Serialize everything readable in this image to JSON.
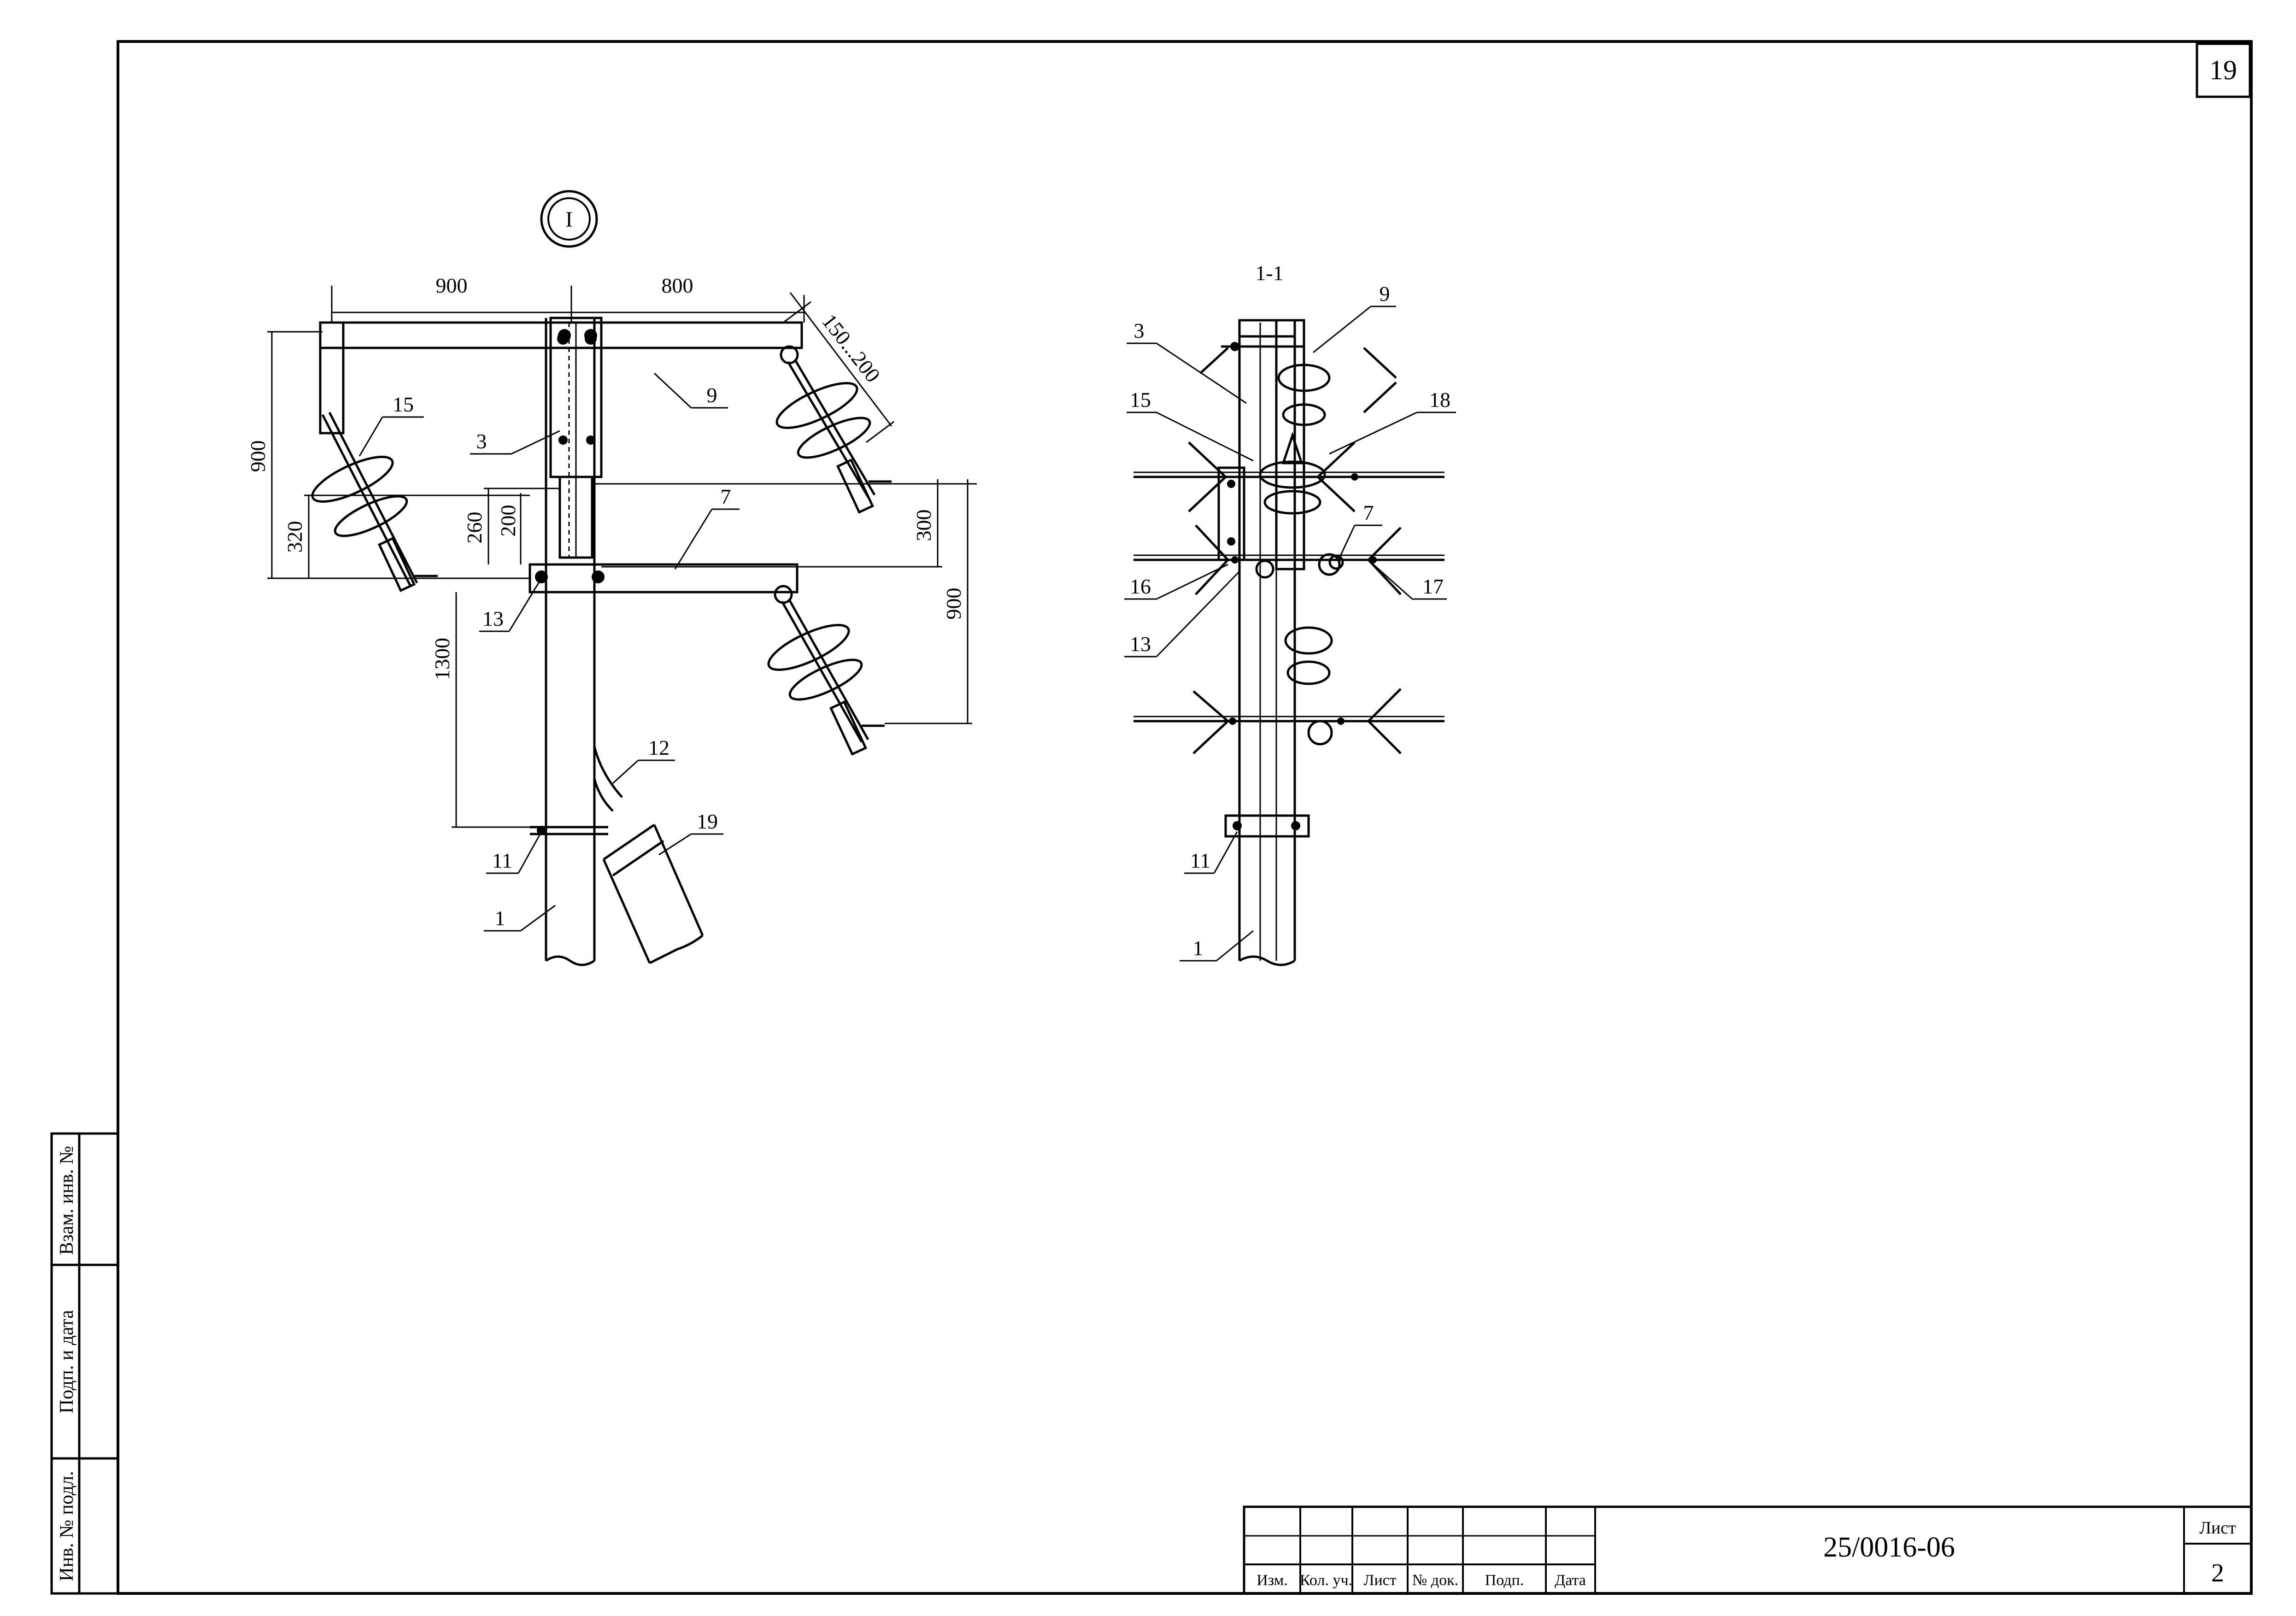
{
  "sheet": {
    "page_number": "19",
    "designation": "25/0016-06",
    "sheet_label": "Лист",
    "sheet_number": "2"
  },
  "side_stamp": {
    "vzam_inv": "Взам. инв. №",
    "podp_data": "Подп. и дата",
    "inv_podl": "Инв. № подл."
  },
  "title_block_columns": [
    "Изм.",
    "Кол. уч.",
    "Лист",
    "№ док.",
    "Подп.",
    "Дата"
  ],
  "view_front": {
    "callout": "I",
    "dims": {
      "d900_top": "900",
      "d800_top": "800",
      "d150_200": "150...200",
      "d900_left": "900",
      "d320": "320",
      "d260": "260",
      "d200": "200",
      "d300": "300",
      "d900_right": "900",
      "d1300": "1300"
    },
    "labels": {
      "l15": "15",
      "l9": "9",
      "l3": "3",
      "l7": "7",
      "l13": "13",
      "l12": "12",
      "l19": "19",
      "l11": "11",
      "l1": "1"
    }
  },
  "view_section": {
    "title": "1-1",
    "labels": {
      "l9": "9",
      "l3": "3",
      "l15": "15",
      "l18": "18",
      "l7": "7",
      "l16": "16",
      "l17": "17",
      "l13": "13",
      "l11": "11",
      "l1": "1"
    }
  }
}
